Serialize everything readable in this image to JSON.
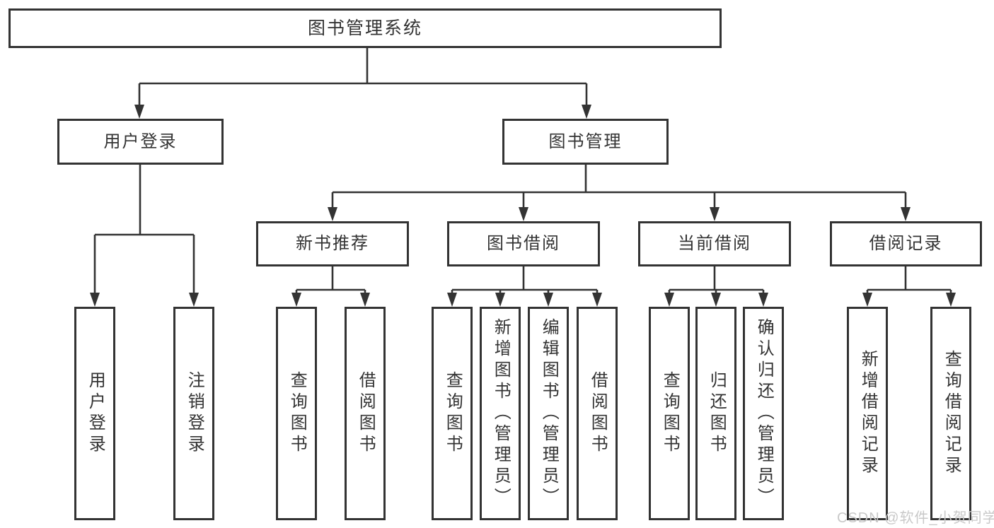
{
  "diagram": {
    "title": "图书管理系统",
    "groups": [
      {
        "label": "用户登录",
        "children": [
          "用户登录",
          "注销登录"
        ]
      },
      {
        "label": "图书管理",
        "modules": [
          {
            "label": "新书推荐",
            "children": [
              "查询图书",
              "借阅图书"
            ]
          },
          {
            "label": "图书借阅",
            "children": [
              "查询图书",
              "新增图书（管理员）",
              "编辑图书（管理员）",
              "借阅图书"
            ]
          },
          {
            "label": "当前借阅",
            "children": [
              "查询图书",
              "归还图书",
              "确认归还（管理员）"
            ]
          },
          {
            "label": "借阅记录",
            "children": [
              "新增借阅记录",
              "查询借阅记录"
            ]
          }
        ]
      }
    ]
  },
  "watermark": "CSDN @软件_小贺同学",
  "colors": {
    "line": "#333333",
    "box_border": "#333333",
    "text": "#333333",
    "watermark": "#c9c9c9",
    "background": "#ffffff"
  }
}
